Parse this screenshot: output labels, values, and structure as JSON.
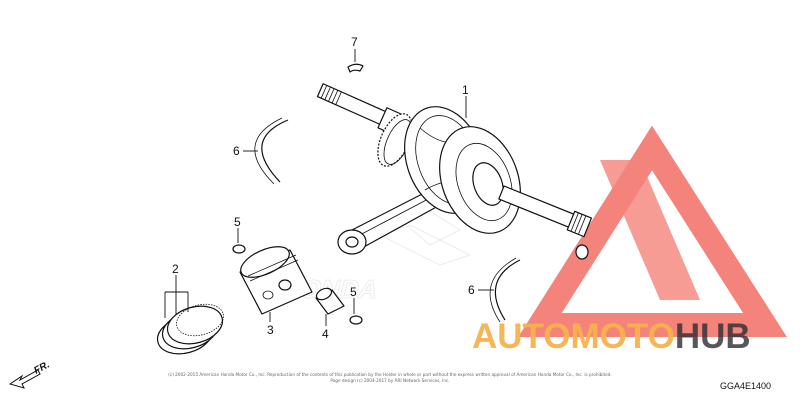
{
  "callouts": {
    "p1": "1",
    "p2": "2",
    "p3": "3",
    "p4": "4",
    "p5a": "5",
    "p5b": "5",
    "p6a": "6",
    "p6b": "6",
    "p7": "7"
  },
  "front_arrow_label": "FR.",
  "copyright_line1": "(c) 2002-2015 American Honda Motor Co., Inc. Reproduction of the contents of this publication by the Holder in whole or part without the express written approval of American Honda Motor Co., Inc. is prohibited.",
  "copyright_line2": "Page design (c) 2004-2017 by ARI Network Services, Inc.",
  "diagram_code": "GGA4E1400",
  "watermark": {
    "brand_main": "AUTOMOTO",
    "brand_accent": "HUB",
    "background_logo_text": "HONDA",
    "colors": {
      "primary": "#f05a4f",
      "secondary": "#f7b24c",
      "accent_text": "#2d2d33"
    }
  }
}
